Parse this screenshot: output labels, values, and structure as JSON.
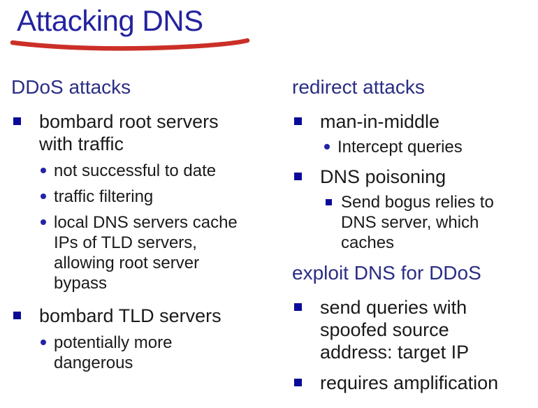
{
  "slide": {
    "title": "Attacking DNS"
  },
  "colors": {
    "title_text": "#23239F",
    "heading_text": "#2B2D85",
    "body_text": "#1A1A1A",
    "bullet_square": "#0A0A99",
    "bullet_dot": "#2424A8",
    "underline_red": "#CB2F27",
    "background": "#FFFFFF"
  },
  "icons": {
    "level1_bullet": "square-bullet",
    "level2_bullet": "round-bullet",
    "nested_bullet": "small-square-bullet",
    "title_underline": "red-swoosh-underline"
  },
  "left_column": {
    "heading": "DDoS attacks",
    "items": [
      {
        "marker": "square",
        "text": "bombard root servers\nwith traffic"
      },
      {
        "marker": "dot",
        "text": "not successful to date"
      },
      {
        "marker": "dot",
        "text": "traffic filtering"
      },
      {
        "marker": "dot",
        "text": "local DNS servers cache\nIPs of TLD servers,\nallowing root server\nbypass"
      },
      {
        "marker": "square",
        "text": "bombard TLD servers"
      },
      {
        "marker": "dot",
        "text": "potentially more\ndangerous"
      }
    ]
  },
  "right_column": {
    "heading_redirect": "redirect attacks",
    "items_redirect": [
      {
        "marker": "square",
        "text": "man-in-middle"
      },
      {
        "marker": "dot",
        "text": "Intercept queries"
      },
      {
        "marker": "square",
        "text": "DNS poisoning"
      },
      {
        "marker": "square-small",
        "text": "Send bogus relies to\nDNS server, which\ncaches"
      }
    ],
    "heading_exploit": "exploit DNS for DDoS",
    "items_exploit": [
      {
        "marker": "square",
        "text": "send queries with\nspoofed source\naddress: target IP"
      },
      {
        "marker": "square",
        "text": "requires amplification"
      }
    ]
  }
}
